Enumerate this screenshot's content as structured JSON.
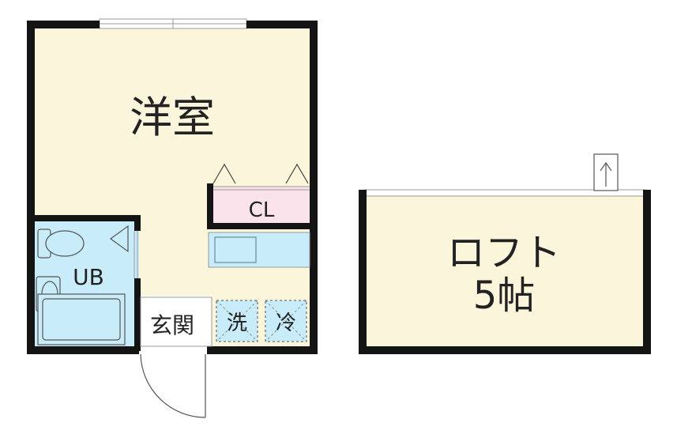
{
  "rooms": {
    "western_room": "洋室",
    "closet": "CL",
    "bath": "UB",
    "entrance": "玄関",
    "washer": "洗",
    "fridge": "冷",
    "loft_name": "ロフト",
    "loft_size": "5帖"
  },
  "colors": {
    "room_fill": "#fbf5dc",
    "bath_fill": "#c9ecfa",
    "closet_fill": "#fae3ea",
    "kitchen_fill": "#c9ecfa",
    "wall": "#141414"
  }
}
